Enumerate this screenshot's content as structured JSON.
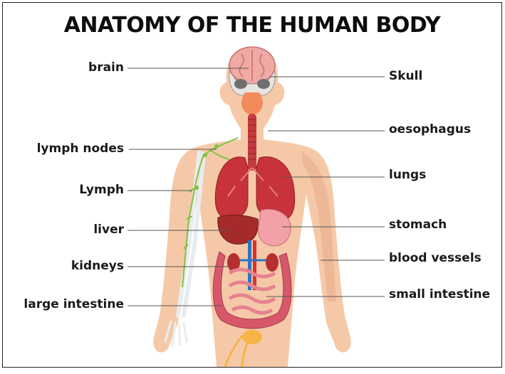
{
  "title": "ANATOMY OF THE HUMAN BODY",
  "labels_left": [
    {
      "key": "brain",
      "text": "brain"
    },
    {
      "key": "lymph-nodes",
      "text": "lymph nodes"
    },
    {
      "key": "lymph",
      "text": "Lymph"
    },
    {
      "key": "liver",
      "text": "liver"
    },
    {
      "key": "kidneys",
      "text": "kidneys"
    },
    {
      "key": "large-intestine",
      "text": "large intestine"
    }
  ],
  "labels_right": [
    {
      "key": "skull",
      "text": "Skull"
    },
    {
      "key": "oesophagus",
      "text": "oesophagus"
    },
    {
      "key": "lungs",
      "text": "lungs"
    },
    {
      "key": "stomach",
      "text": "stomach"
    },
    {
      "key": "blood-vessels",
      "text": "blood vessels"
    },
    {
      "key": "small-intestine",
      "text": "small intestine"
    }
  ],
  "colors": {
    "skin": "#f5c9a8",
    "skin_dark": "#eab18f",
    "lungs": "#c8323a",
    "liver": "#a52a2a",
    "stomach": "#f2a1a6",
    "intestine": "#d7576a",
    "lymph": "#7fc241",
    "bone": "#e9ecef",
    "vessel_blue": "#2f74c0",
    "vessel_red": "#d8322f",
    "brain": "#f0a9a4"
  }
}
